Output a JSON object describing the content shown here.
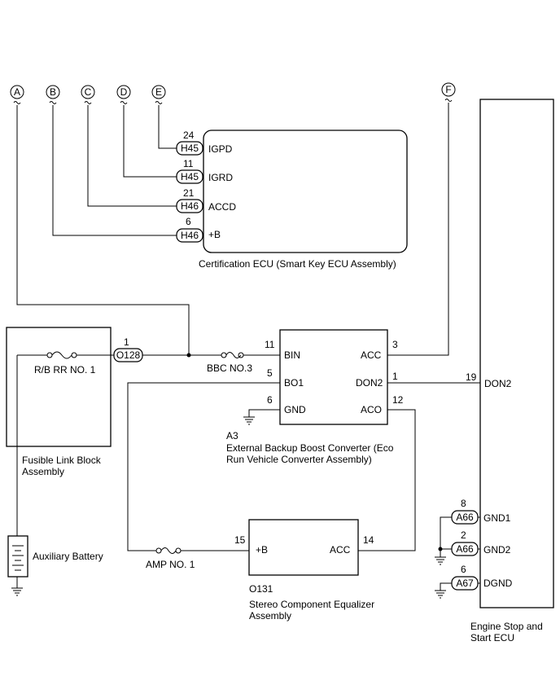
{
  "connectors": {
    "A": "A",
    "B": "B",
    "C": "C",
    "D": "D",
    "E": "E",
    "F": "F"
  },
  "cert_ecu": {
    "caption": "Certification ECU (Smart Key ECU Assembly)",
    "pins": [
      {
        "num": "24",
        "conn": "H45",
        "label": "IGPD"
      },
      {
        "num": "11",
        "conn": "H45",
        "label": "IGRD"
      },
      {
        "num": "21",
        "conn": "H46",
        "label": "ACCD"
      },
      {
        "num": "6",
        "conn": "H46",
        "label": "+B"
      }
    ]
  },
  "fusible_link": {
    "caption_line1": "Fusible Link Block",
    "caption_line2": "Assembly",
    "fuse": "R/B RR NO. 1",
    "pin": "1",
    "conn": "O128"
  },
  "aux_battery": {
    "label": "Auxiliary Battery"
  },
  "converter": {
    "code": "A3",
    "caption_line1": "External Backup Boost Converter (Eco",
    "caption_line2": "Run Vehicle Converter Assembly)",
    "fuse": "BBC NO.3",
    "pins": {
      "bin": {
        "num": "11",
        "label": "BIN"
      },
      "bo1": {
        "num": "5",
        "label": "BO1"
      },
      "gnd": {
        "num": "6",
        "label": "GND"
      },
      "acc": {
        "num": "3",
        "label": "ACC"
      },
      "don2": {
        "num": "1",
        "label": "DON2"
      },
      "aco": {
        "num": "12",
        "label": "ACO"
      }
    }
  },
  "equalizer": {
    "code": "O131",
    "caption_line1": "Stereo Component Equalizer",
    "caption_line2": "Assembly",
    "fuse": "AMP NO. 1",
    "pins": {
      "b": {
        "num": "15",
        "label": "+B"
      },
      "acc": {
        "num": "14",
        "label": "ACC"
      }
    }
  },
  "engine_ecu": {
    "caption_line1": "Engine Stop and",
    "caption_line2": "Start ECU",
    "pins": {
      "don2": {
        "num": "19",
        "label": "DON2"
      },
      "gnd1": {
        "num": "8",
        "conn": "A66",
        "label": "GND1"
      },
      "gnd2": {
        "num": "2",
        "conn": "A66",
        "label": "GND2"
      },
      "dgnd": {
        "num": "6",
        "conn": "A67",
        "label": "DGND"
      }
    }
  }
}
